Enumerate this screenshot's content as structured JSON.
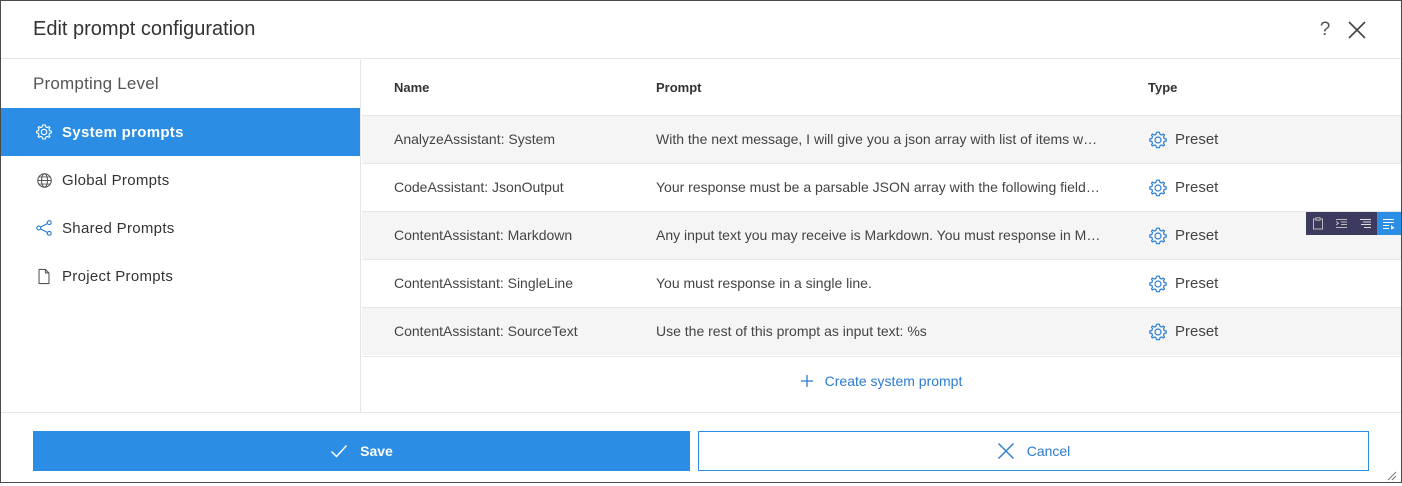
{
  "dialog": {
    "title": "Edit prompt configuration",
    "help_label": "?",
    "icons": {
      "help": "question-mark-icon",
      "close": "close-icon",
      "resize": "resize-grip-icon"
    }
  },
  "sidebar": {
    "heading": "Prompting Level",
    "items": [
      {
        "label": "System prompts",
        "icon": "gear-icon",
        "active": true
      },
      {
        "label": "Global Prompts",
        "icon": "globe-icon",
        "active": false
      },
      {
        "label": "Shared Prompts",
        "icon": "share-icon",
        "active": false
      },
      {
        "label": "Project Prompts",
        "icon": "document-icon",
        "active": false
      }
    ]
  },
  "table": {
    "columns": [
      "Name",
      "Prompt",
      "Type"
    ],
    "rows": [
      {
        "name": "AnalyzeAssistant: System",
        "prompt": "With the next message, I will give you a json array with list of items w…",
        "type": "Preset"
      },
      {
        "name": "CodeAssistant: JsonOutput",
        "prompt": "Your response must be a parsable JSON array with the following field…",
        "type": "Preset"
      },
      {
        "name": "ContentAssistant: Markdown",
        "prompt": "Any input text you may receive is Markdown. You must response in M…",
        "type": "Preset"
      },
      {
        "name": "ContentAssistant: SingleLine",
        "prompt": "You must response in a single line.",
        "type": "Preset"
      },
      {
        "name": "ContentAssistant: SourceText",
        "prompt": "Use the rest of this prompt as input text: %s",
        "type": "Preset"
      }
    ],
    "type_icon": "gear-icon",
    "create_label": "Create system prompt",
    "create_icon": "plus-icon"
  },
  "mini_toolbar": {
    "buttons": [
      "clipboard-icon",
      "indent-icon",
      "align-icon",
      "wrap-icon"
    ]
  },
  "footer": {
    "save_label": "Save",
    "save_icon": "check-icon",
    "cancel_label": "Cancel",
    "cancel_icon": "close-icon"
  },
  "colors": {
    "accent": "#2b8de4",
    "link": "#2b7bd1",
    "row_alt": "#f5f5f5",
    "toolbar_bg": "#3c3a5e"
  }
}
